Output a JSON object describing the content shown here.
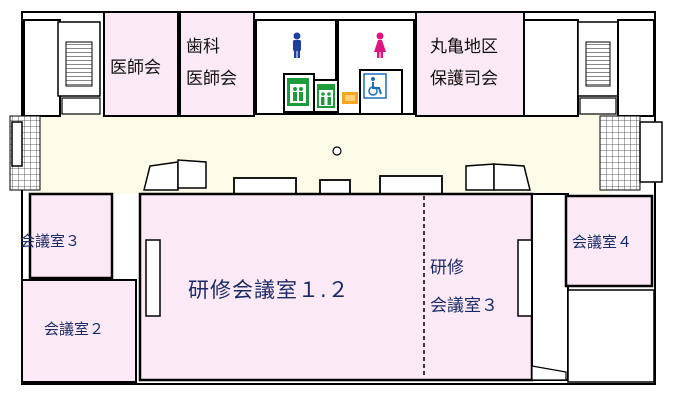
{
  "rooms": {
    "doctors_assoc": "医師会",
    "dental_line1": "歯科",
    "dental_line2": "医師会",
    "marugame_line1": "丸亀地区",
    "marugame_line2": "保護司会",
    "conf3_left": "会議室３",
    "conf2": "会議室２",
    "training_main": "研修会議室１.２",
    "training3_line1": "研修",
    "training3_line2": "会議室３",
    "conf4": "会議室４"
  },
  "icons": {
    "men_toilet": "man-icon",
    "women_toilet": "woman-icon",
    "accessible_toilet": "wheelchair-icon",
    "elevator": "elevator-icon",
    "stairs": "stairs-icon"
  },
  "colors": {
    "room_fill": "#fbeaf5",
    "corridor_fill": "#fbfbe8",
    "wall": "#000000",
    "men_icon": "#1f3f9e",
    "women_icon": "#e0147f",
    "elevator_icon": "#1e9b3a",
    "accessible_icon": "#1a6fb8",
    "label_text": "#1a2a66"
  }
}
